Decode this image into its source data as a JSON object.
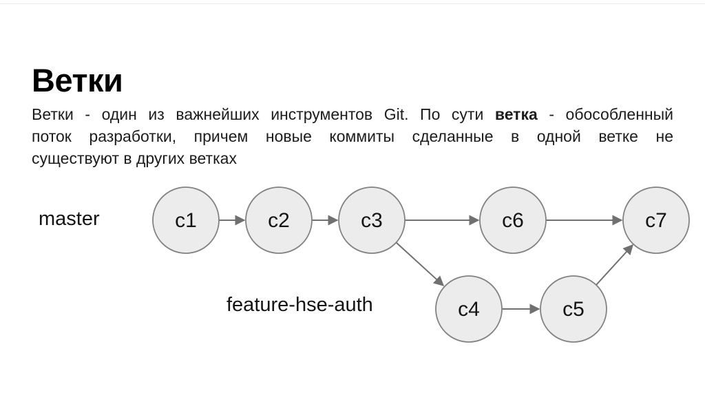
{
  "slide": {
    "title": "Ветки",
    "body": {
      "line1_part1": "Ветки - один из важнейших инструментов Git. По сути ",
      "line1_bold": "ветка",
      "line1_part2": " - обособленный",
      "line2": "поток разработки, причем новые коммиты сделанные в одной ветке не",
      "line3": "существуют в других ветках"
    }
  },
  "diagram": {
    "master_label": "master",
    "feature_label": "feature-hse-auth",
    "nodes": [
      {
        "id": "c1",
        "label": "c1",
        "branch": "master"
      },
      {
        "id": "c2",
        "label": "c2",
        "branch": "master"
      },
      {
        "id": "c3",
        "label": "c3",
        "branch": "master"
      },
      {
        "id": "c4",
        "label": "c4",
        "branch": "feature-hse-auth"
      },
      {
        "id": "c5",
        "label": "c5",
        "branch": "feature-hse-auth"
      },
      {
        "id": "c6",
        "label": "c6",
        "branch": "master"
      },
      {
        "id": "c7",
        "label": "c7",
        "branch": "master"
      }
    ],
    "edges": [
      {
        "from": "c1",
        "to": "c2"
      },
      {
        "from": "c2",
        "to": "c3"
      },
      {
        "from": "c3",
        "to": "c6"
      },
      {
        "from": "c6",
        "to": "c7"
      },
      {
        "from": "c3",
        "to": "c4"
      },
      {
        "from": "c4",
        "to": "c5"
      },
      {
        "from": "c5",
        "to": "c7"
      }
    ],
    "colors": {
      "node_fill": "#ececec",
      "node_border": "#828282",
      "arrow": "#707070"
    }
  }
}
